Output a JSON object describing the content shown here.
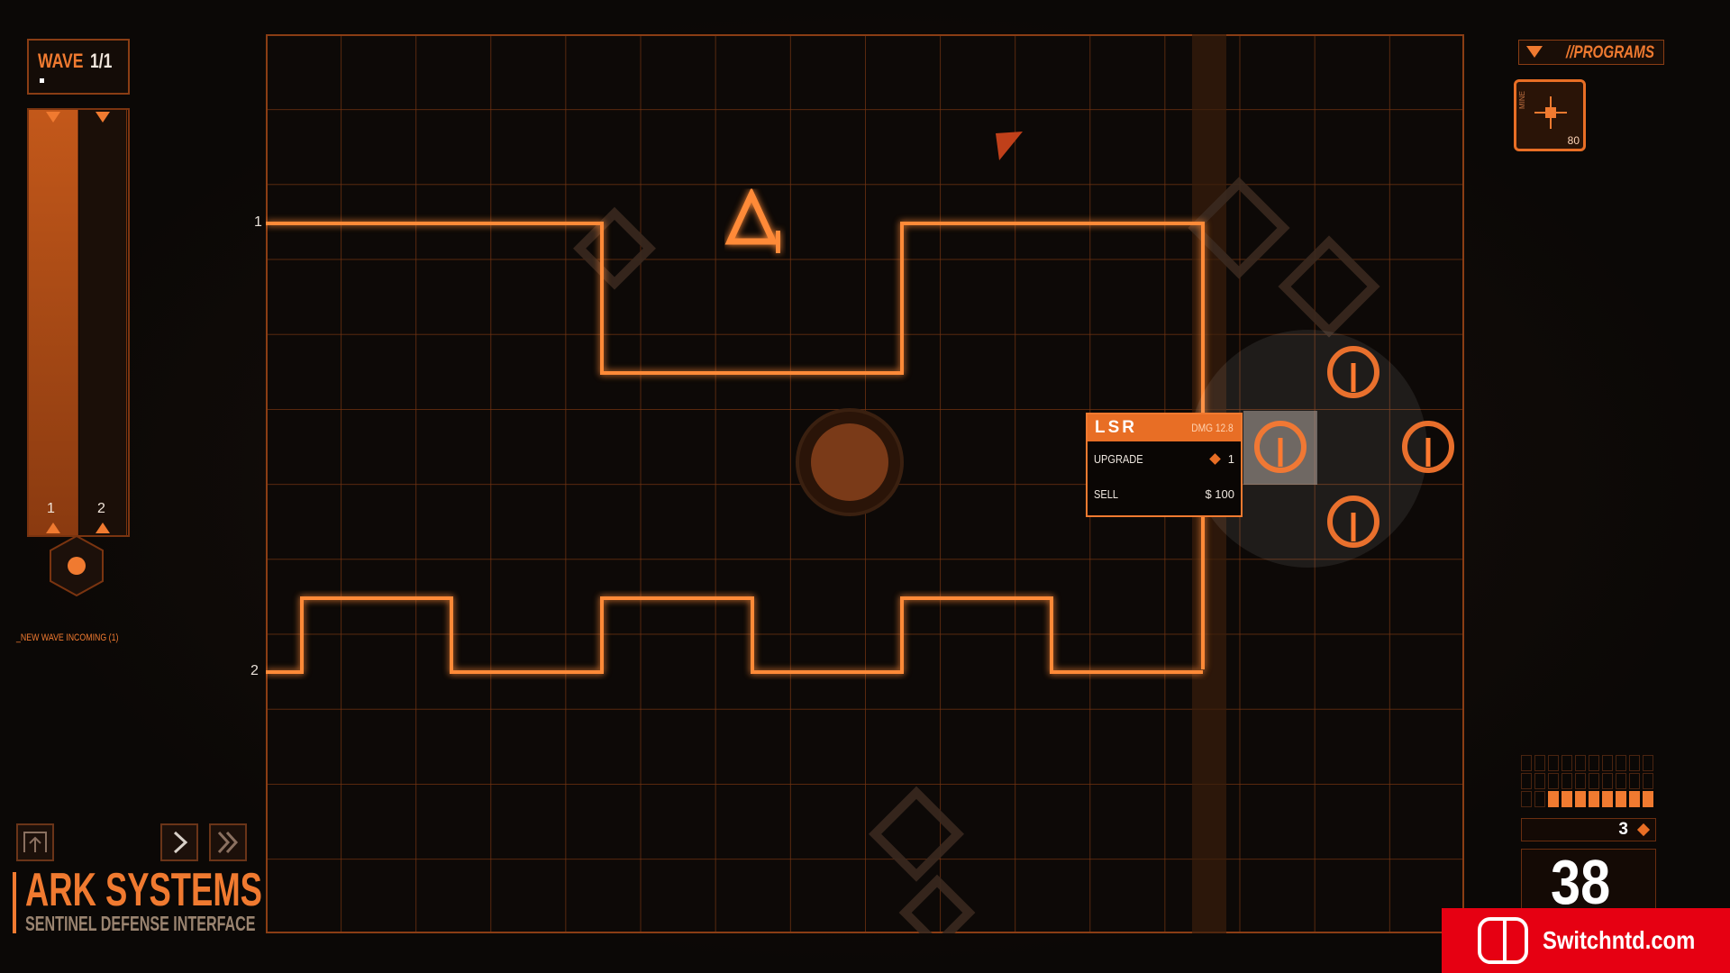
{
  "wave": {
    "label": "WAVE",
    "value": "1/1"
  },
  "wave_bars": {
    "lane1": "1",
    "lane2": "2"
  },
  "new_wave_text": "_NEW WAVE INCOMING (1)",
  "paths": {
    "entry1": "1",
    "entry2": "2"
  },
  "tower_popup": {
    "name": "LSR",
    "damage": "DMG 12.8",
    "upgrade_label": "UPGRADE",
    "upgrade_cost": "1",
    "sell_label": "SELL",
    "sell_value": "$ 100"
  },
  "programs": {
    "title": "//PROGRAMS",
    "items": [
      {
        "name": "MINE",
        "cost": "80",
        "icon": "mine-icon"
      }
    ]
  },
  "resources": {
    "cores": "3",
    "money": "38",
    "energy_filled_fraction": 0.8
  },
  "brand": {
    "title": "ARK SYSTEMS",
    "subtitle": "SENTINEL DEFENSE INTERFACE"
  },
  "watermark": {
    "text": "Switchntd.com"
  },
  "colors": {
    "accent": "#f07a30",
    "grid": "#8a3d14",
    "background": "#0b0806"
  }
}
